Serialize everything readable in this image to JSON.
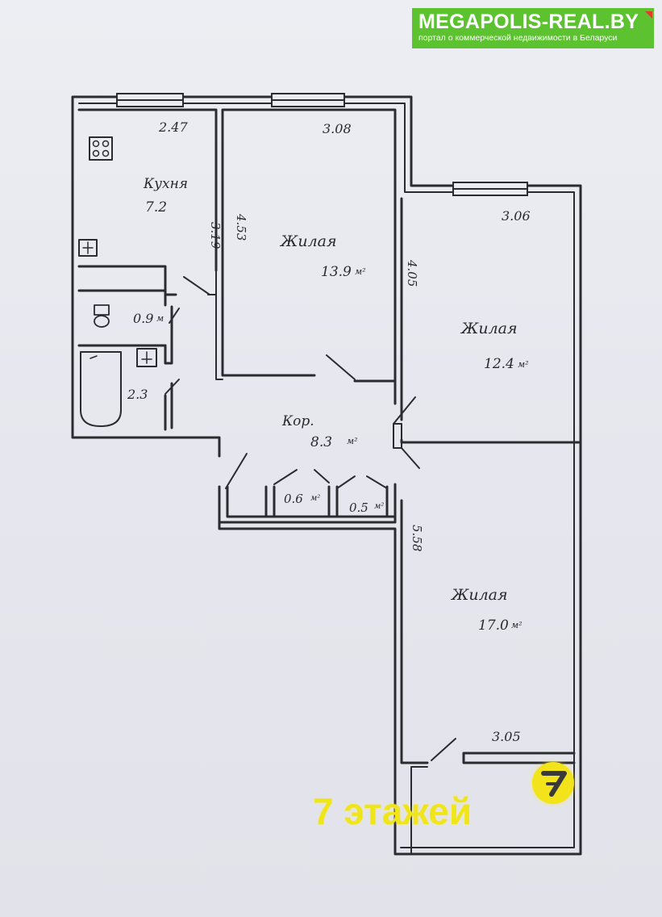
{
  "watermark": {
    "site": "MEGAPOLIS-REAL.BY",
    "tagline": "портал о коммерческой недвижимости в Беларуси",
    "accent_color": "#5cc22f",
    "corner_color": "#e23c2c"
  },
  "floors": {
    "label": "7 этажей",
    "badge_icon": "number-seven-circle-icon",
    "color": "#efe51a"
  },
  "plan": {
    "kitchen": {
      "name": "Кухня",
      "area": "7.2",
      "width": "2.47",
      "depth": "3.19"
    },
    "wc": {
      "area": "0.9"
    },
    "bathroom": {
      "area": "2.3"
    },
    "room1": {
      "name": "Жилая",
      "area": "13.9",
      "width": "3.08",
      "depth": "4.53"
    },
    "room2": {
      "name": "Жилая",
      "area": "12.4",
      "width": "3.06",
      "depth": "4.05"
    },
    "corridor": {
      "name": "Кор.",
      "area": "8.3"
    },
    "closet1": {
      "area": "0.6"
    },
    "closet2": {
      "area": "0.5"
    },
    "room3": {
      "name": "Жилая",
      "area": "17.0",
      "width": "3.05",
      "depth": "5.58"
    }
  }
}
